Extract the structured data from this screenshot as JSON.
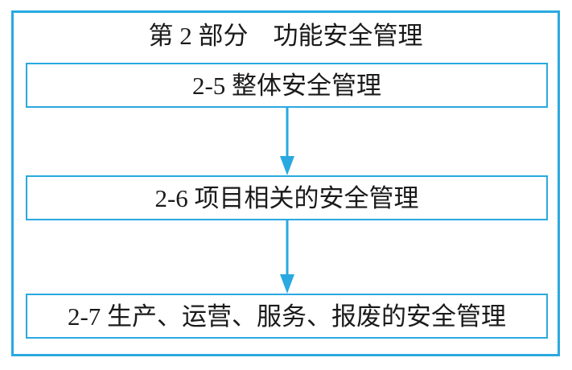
{
  "diagram": {
    "title": "第 2 部分　功能安全管理",
    "boxes": [
      {
        "label": "2-5 整体安全管理"
      },
      {
        "label": "2-6 项目相关的安全管理"
      },
      {
        "label": "2-7 生产、运营、服务、报废的安全管理"
      }
    ],
    "connectors": [
      "arrow-down-icon",
      "arrow-down-icon"
    ]
  },
  "colors": {
    "accent": "#29A9E0",
    "text": "#1a1a1a",
    "background": "#ffffff"
  }
}
